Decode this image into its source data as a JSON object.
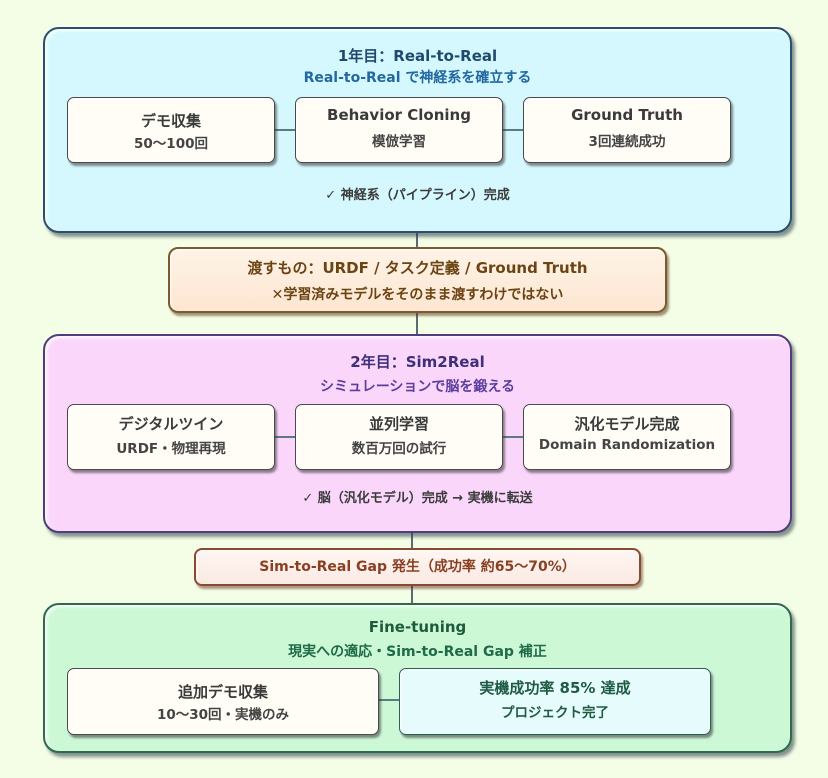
{
  "colors": {
    "background": "#f4fde6",
    "phase1_fill": "#d4f8fd",
    "phase2_fill": "#fbd6fb",
    "phase3_fill": "#ccf8d6",
    "handoff_fill": "#fde6d2",
    "gap_text": "#8a3f22"
  },
  "phase1": {
    "title": "1年目：Real-to-Real",
    "subtitle": "Real-to-Real で神経系を確立する",
    "steps": [
      {
        "title": "デモ収集",
        "detail": "50〜100回"
      },
      {
        "title": "Behavior Cloning",
        "detail": "模倣学習"
      },
      {
        "title": "Ground Truth",
        "detail": "3回連続成功"
      }
    ],
    "result": "✓ 神経系（パイプライン）完成"
  },
  "handoff": {
    "line1": "渡すもの：URDF / タスク定義 / Ground Truth",
    "line2": "✕学習済みモデルをそのまま渡すわけではない"
  },
  "phase2": {
    "title": "2年目：Sim2Real",
    "subtitle": "シミュレーションで脳を鍛える",
    "steps": [
      {
        "title": "デジタルツイン",
        "detail": "URDF・物理再現"
      },
      {
        "title": "並列学習",
        "detail": "数百万回の試行"
      },
      {
        "title": "汎化モデル完成",
        "detail": "Domain Randomization"
      }
    ],
    "result": "✓ 脳（汎化モデル）完成 → 実機に転送"
  },
  "gap": {
    "text": "Sim-to-Real Gap 発生（成功率 約65〜70%）"
  },
  "phase3": {
    "title": "Fine-tuning",
    "subtitle": "現実への適応・Sim-to-Real Gap 補正",
    "steps": [
      {
        "title": "追加デモ収集",
        "detail": "10〜30回・実機のみ"
      },
      {
        "title": "実機成功率 85% 達成",
        "detail": "プロジェクト完了"
      }
    ]
  }
}
